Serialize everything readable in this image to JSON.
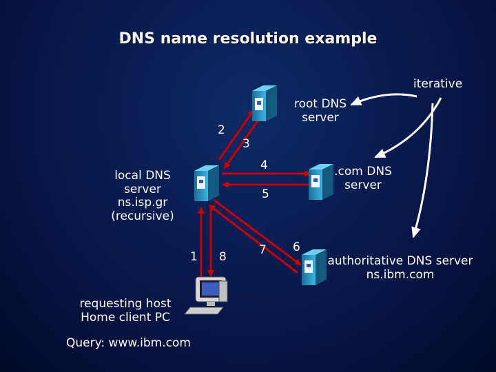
{
  "title": "DNS name resolution example",
  "labels": {
    "iterative": "iterative",
    "root_server": [
      "root DNS",
      "server"
    ],
    "local_server": [
      "local DNS",
      "server",
      "ns.isp.gr",
      "(recursive)"
    ],
    "com_server": [
      ".com DNS",
      "server"
    ],
    "auth_server": [
      "authoritative DNS server",
      "ns.ibm.com"
    ],
    "host": [
      "requesting host",
      "Home client PC"
    ],
    "query": "Query: www.ibm.com"
  },
  "steps": [
    "1",
    "2",
    "3",
    "4",
    "5",
    "6",
    "7",
    "8"
  ],
  "colors": {
    "arrow": "#cc0000",
    "curved_arrow": "#ffffff",
    "server_body": "#2f9fcf",
    "text": "#ffffff"
  },
  "icons": [
    "server-icon",
    "computer-icon"
  ]
}
